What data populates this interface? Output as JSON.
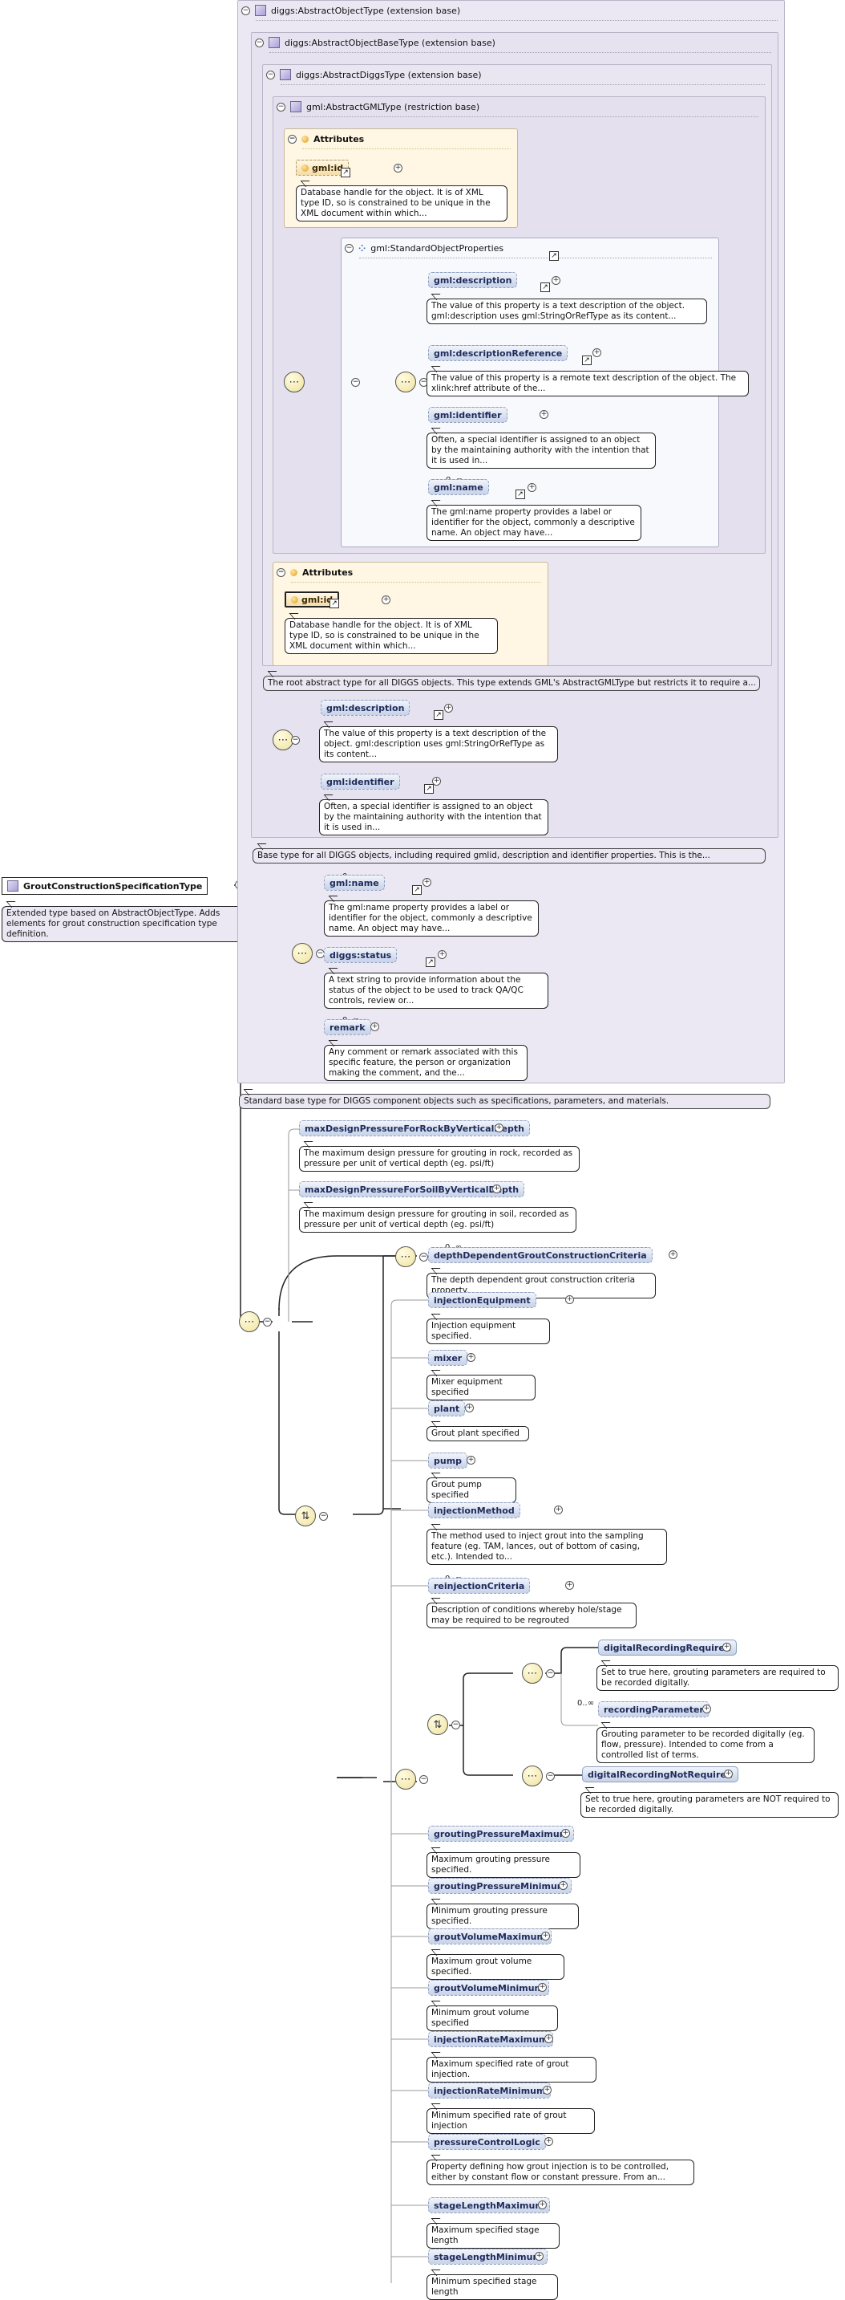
{
  "root": {
    "name": "GroutConstructionSpecificationType",
    "doc": "Extended type based on AbstractObjectType. Adds elements for grout construction specification type definition."
  },
  "groups": {
    "abstract_object": {
      "title": "diggs:AbstractObjectType (extension base)",
      "note": "Standard base type for DIGGS component objects such as specifications, parameters, and materials."
    },
    "abstract_object_base": {
      "title": "diggs:AbstractObjectBaseType (extension base)",
      "note": "Base type for all DIGGS objects, including required gmlid, description and identifier properties. This is the..."
    },
    "abstract_diggs": {
      "title": "diggs:AbstractDiggsType (extension base)",
      "note": "The root abstract type for all DIGGS objects. This type extends GML's AbstractGMLType but restricts it to require a..."
    },
    "abstract_gml": {
      "title": "gml:AbstractGMLType (restriction base)"
    },
    "std_props": {
      "title": "gml:StandardObjectProperties"
    }
  },
  "attributes_label": "Attributes",
  "gml_id": {
    "name": "gml:id",
    "doc": "Database handle for the object. It is of XML type ID, so is constrained to be unique in the XML document within which..."
  },
  "std_elements": [
    {
      "name": "gml:description",
      "doc": "The value of this property is a text description of the object. gml:description uses gml:StringOrRefType as its content..."
    },
    {
      "name": "gml:descriptionReference",
      "doc": "The value of this property is a remote text description of the object. The xlink:href attribute of the..."
    },
    {
      "name": "gml:identifier",
      "doc": "Often, a special identifier is assigned to an object by the maintaining authority with the intention that it is used in..."
    },
    {
      "name": "gml:name",
      "doc": "The gml:name property provides a label or identifier for the object, commonly a descriptive name. An object may have..."
    }
  ],
  "diggs_elements": [
    {
      "name": "gml:description",
      "doc": "The value of this property is a text description of the object. gml:description uses gml:StringOrRefType as its content..."
    },
    {
      "name": "gml:identifier",
      "doc": "Often, a special identifier is assigned to an object by the maintaining authority with the intention that it is used in..."
    }
  ],
  "object_elements": [
    {
      "name": "gml:name",
      "doc": "The gml:name property provides a label or identifier for the object, commonly a descriptive name. An object may have..."
    },
    {
      "name": "diggs:status",
      "doc": "A text string to provide information about the status of the object to be used to track QA/QC controls, review or..."
    },
    {
      "name": "remark",
      "doc": "Any comment or remark associated with this specific feature, the person or organization making the comment, and the..."
    }
  ],
  "cardinality": "0..∞",
  "top_elements": [
    {
      "name": "maxDesignPressureForRockByVerticalDepth",
      "doc": "The maximum design pressure for grouting in rock, recorded as pressure per unit of vertical depth (eg. psi/ft)"
    },
    {
      "name": "maxDesignPressureForSoilByVerticalDepth",
      "doc": "The maximum design pressure for grouting in soil, recorded as pressure per unit of vertical depth (eg. psi/ft)"
    }
  ],
  "depth_criteria": {
    "name": "depthDependentGroutConstructionCriteria",
    "doc": "The depth dependent grout construction criteria property."
  },
  "seq_elements": [
    {
      "name": "injectionEquipment",
      "doc": "Injection equipment specified."
    },
    {
      "name": "mixer",
      "doc": "Mixer equipment specified"
    },
    {
      "name": "plant",
      "doc": "Grout plant specified"
    },
    {
      "name": "pump",
      "doc": "Grout pump specified"
    },
    {
      "name": "injectionMethod",
      "doc": "The method used to inject grout into the sampling feature (eg. TAM, lances, out of bottom of casing, etc.). Intended to..."
    },
    {
      "name": "reinjectionCriteria",
      "doc": "Description of conditions whereby hole/stage may be required to be regrouted"
    }
  ],
  "choice": {
    "digital_required": {
      "name": "digitalRecordingRequired",
      "doc": "Set to true here, grouting parameters are required to be recorded digitally."
    },
    "recording_parameter": {
      "name": "recordingParameter",
      "doc": "Grouting parameter to be recorded digitally (eg. flow, pressure). Intended to come from a controlled list of terms."
    },
    "digital_not_required": {
      "name": "digitalRecordingNotRequired",
      "doc": "Set to true here, grouting parameters are NOT required to be recorded digitally."
    }
  },
  "tail_elements": [
    {
      "name": "groutingPressureMaximum",
      "doc": "Maximum grouting pressure specified."
    },
    {
      "name": "groutingPressureMinimum",
      "doc": "Minimum grouting pressure specified."
    },
    {
      "name": "groutVolumeMaximum",
      "doc": "Maximum grout volume specified."
    },
    {
      "name": "groutVolumeMinimum",
      "doc": "Minimum grout volume specified"
    },
    {
      "name": "injectionRateMaximum",
      "doc": "Maximum specified rate of grout injection."
    },
    {
      "name": "injectionRateMinimum",
      "doc": "Minimum specified rate of grout injection"
    },
    {
      "name": "pressureControlLogic",
      "doc": "Property defining how grout injection is to be controlled, either by constant flow or constant pressure. From an..."
    },
    {
      "name": "stageLengthMaximum",
      "doc": "Maximum specified stage length"
    },
    {
      "name": "stageLengthMinimum",
      "doc": "Minimum specified stage length"
    }
  ]
}
